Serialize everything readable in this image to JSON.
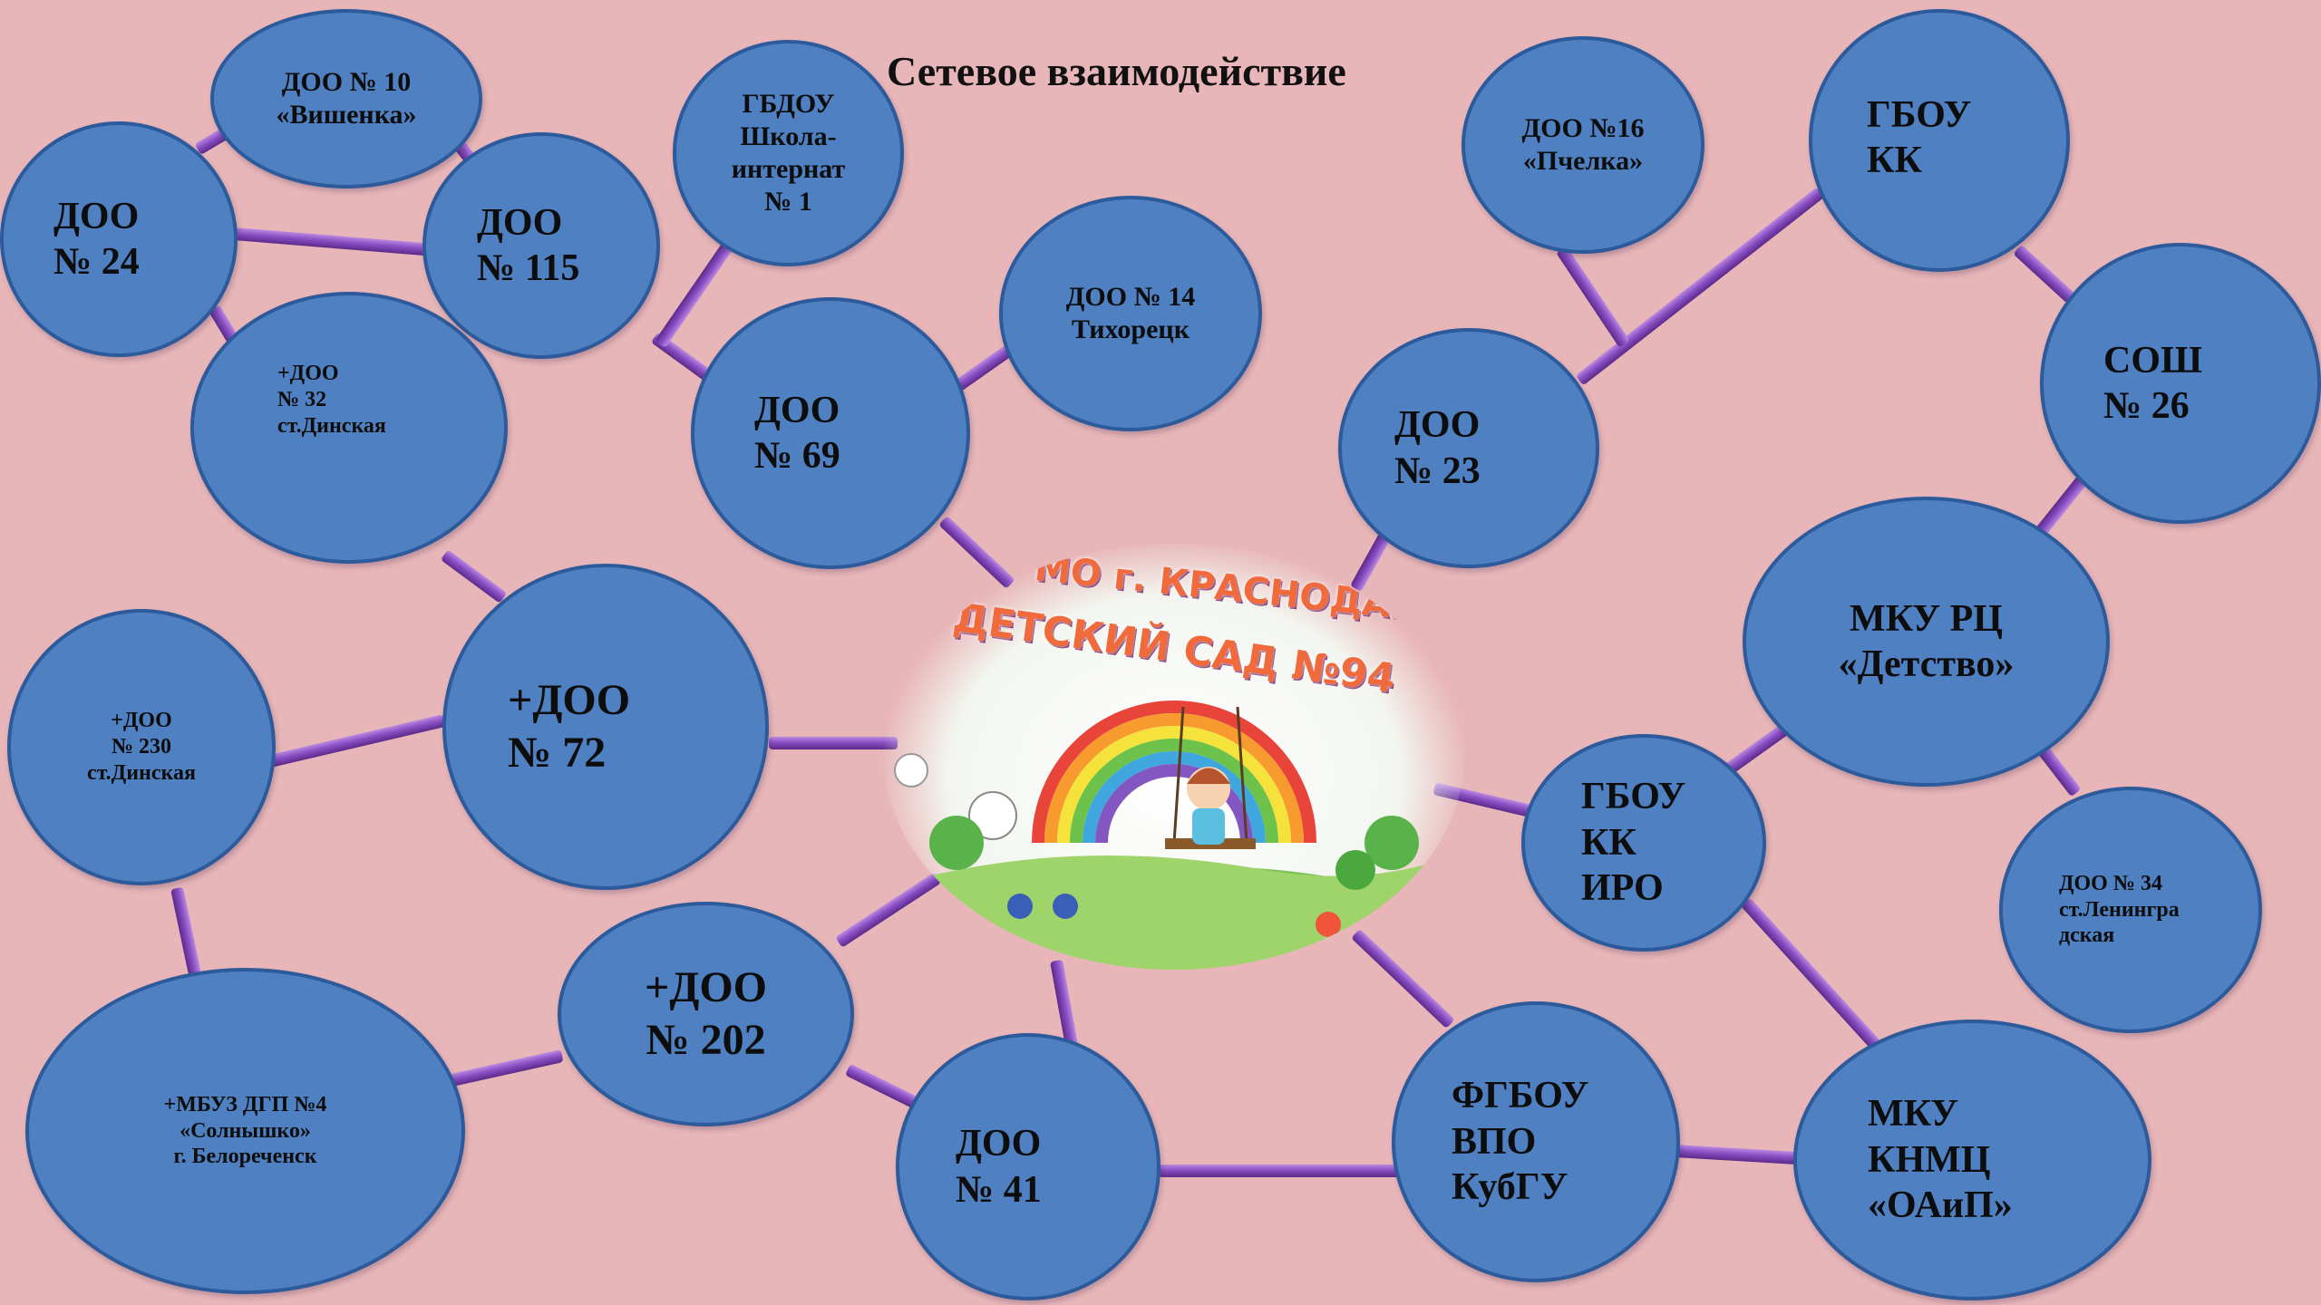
{
  "title": "Сетевое взаимодействие",
  "center": {
    "line1": "ДОУ МО г. КРАСНОДАР",
    "line2": "ДЕТСКИЙ САД №94"
  },
  "nodes": {
    "doo10": "ДОО № 10\n«Вишенка»",
    "doo24": "ДОО\n№ 24",
    "doo115": "ДОО\n№ 115",
    "gbdou": "ГБДОУ\nШкола-\nинтернат\n№ 1",
    "doo32": "+ДОО\n№ 32\nст.Динская",
    "doo14": "ДОО № 14\nТихорецк",
    "doo69": "ДОО\n№ 69",
    "doo16": "ДОО №16\n«Пчелка»",
    "gbouKK": "ГБОУ\nКК",
    "doo23": "ДОО\n№ 23",
    "sosh26": "СОШ\n№ 26",
    "mkuRC": "МКУ РЦ\n«Детство»",
    "doo230": "+ДОО\n№ 230\nст.Динская",
    "doo72": "+ДОО\n№ 72",
    "gbouIRO": "ГБОУ\nКК\nИРО",
    "doo34": "ДОО № 34\nст.Ленингра\nдская",
    "mbuz": "+МБУЗ ДГП №4\n«Солнышко»\nг. Белореченск",
    "doo202": "+ДОО\n№ 202",
    "doo41": "ДОО\n№ 41",
    "fgbou": "ФГБОУ\nВПО\nКубГУ",
    "mku": "МКУ\nКНМЦ\n«ОАиП»"
  }
}
